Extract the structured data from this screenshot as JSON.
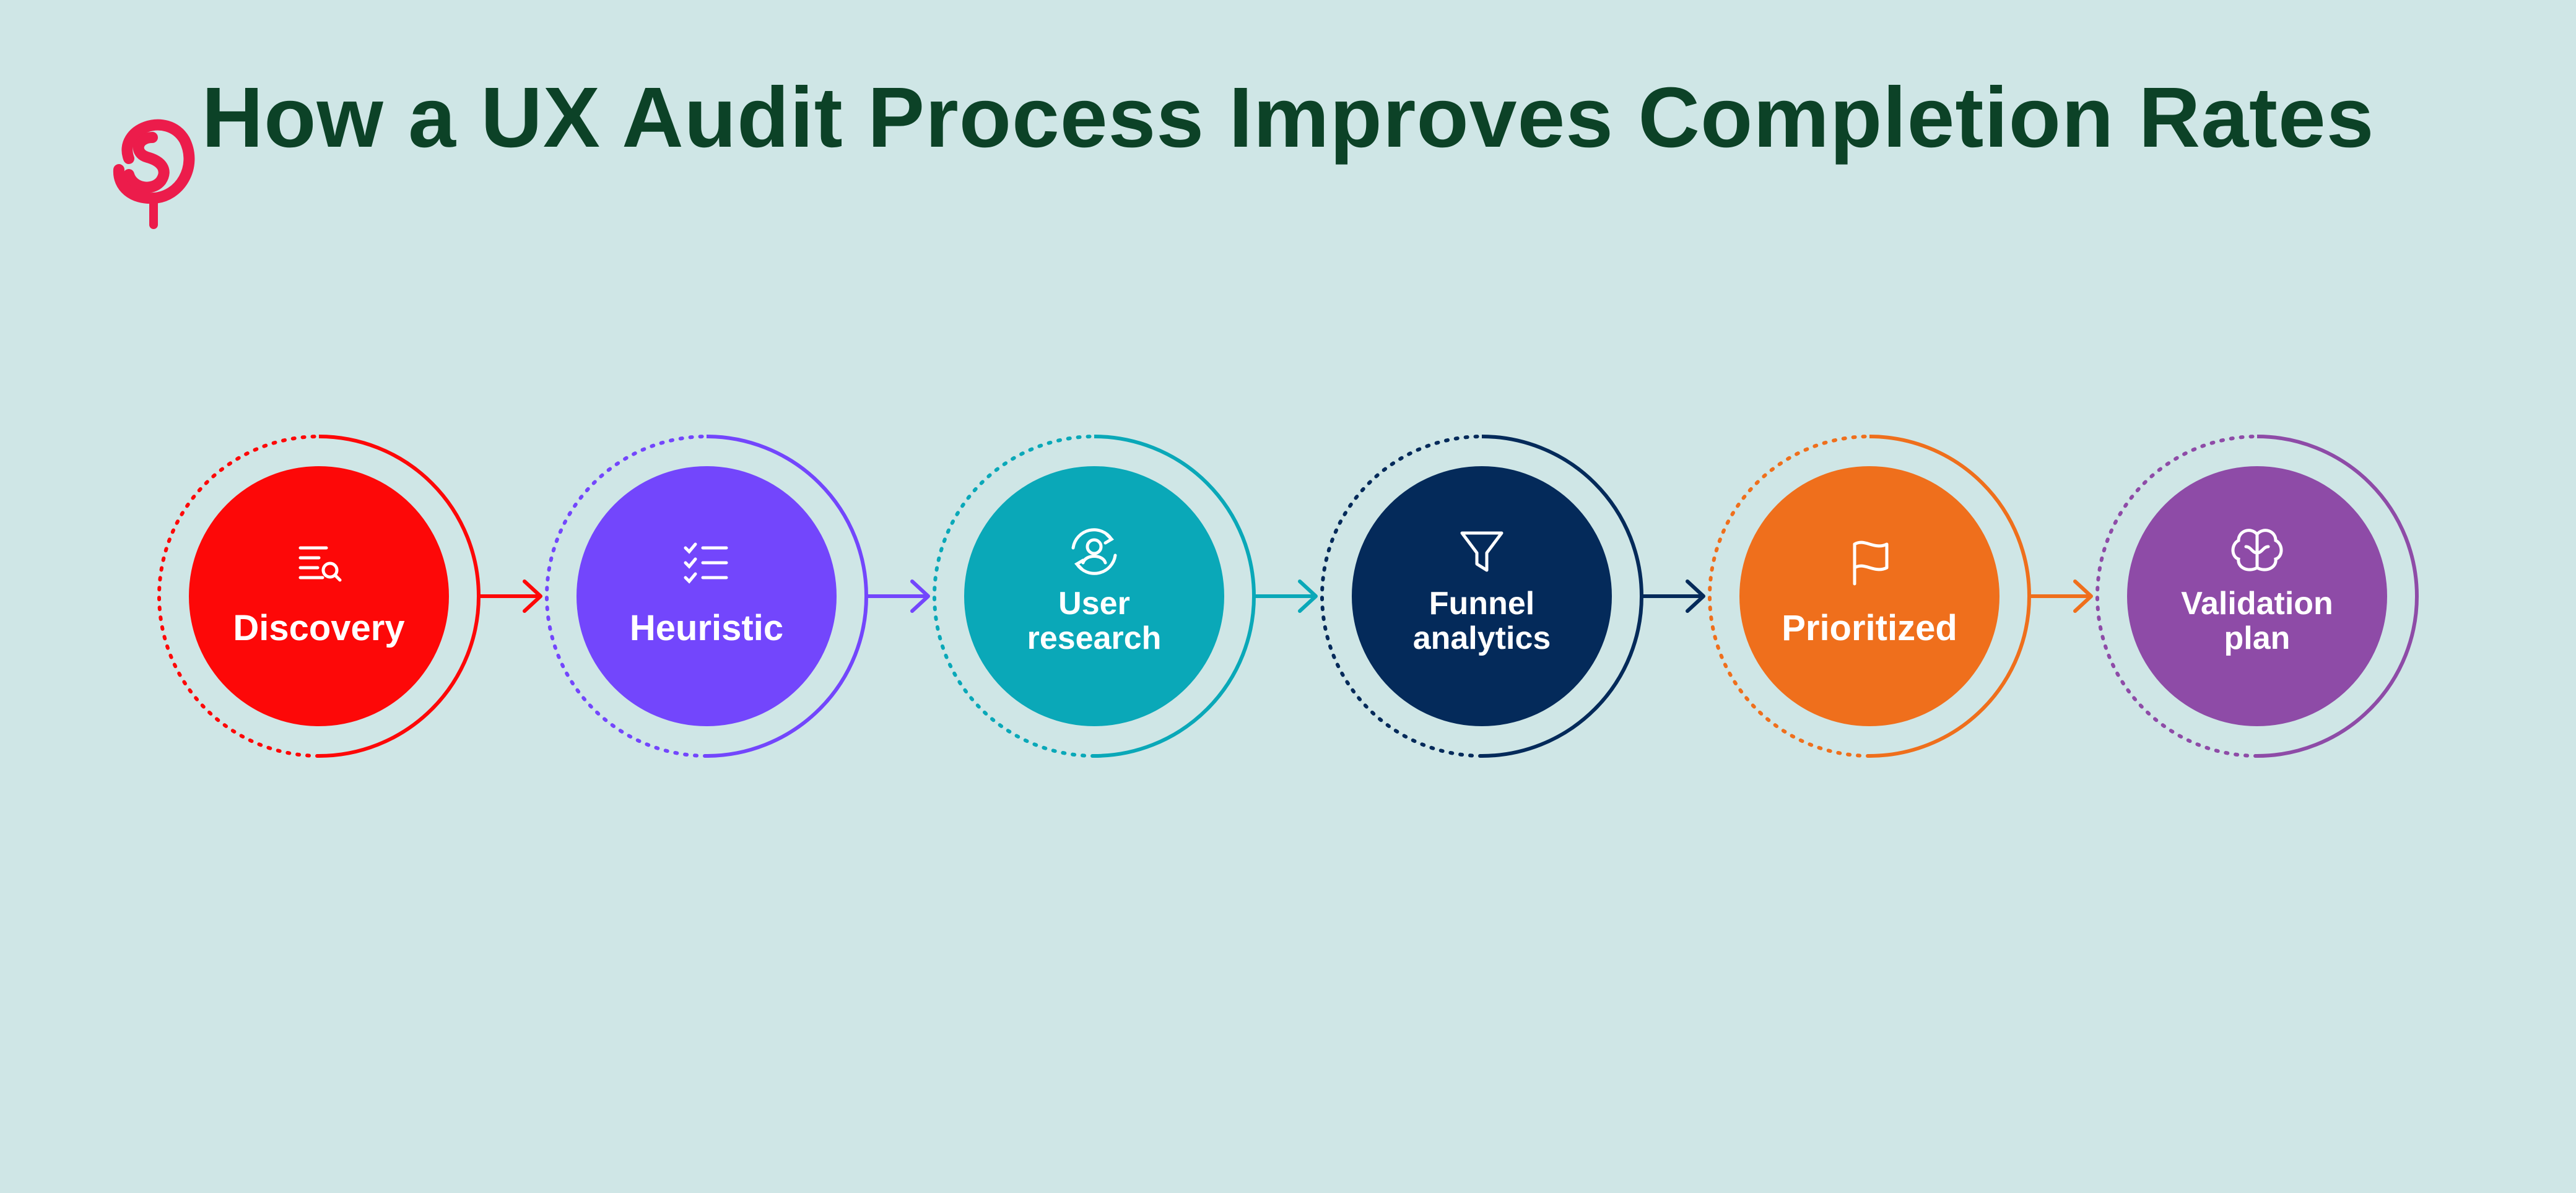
{
  "title": "How a UX Audit Process Improves Completion Rates",
  "logo": {
    "icon": "lollipop-logo-icon",
    "color": "#ec1c4b"
  },
  "colors": {
    "background": "#cfe6e6",
    "title": "#0c4227",
    "text_on_circle": "#ffffff"
  },
  "steps": [
    {
      "lines": [
        "Discovery"
      ],
      "icon": "search-list-icon",
      "color": "#fd0808"
    },
    {
      "lines": [
        "Heuristic"
      ],
      "icon": "checklist-icon",
      "color": "#7346fc"
    },
    {
      "lines": [
        "User",
        "research"
      ],
      "icon": "user-sync-icon",
      "color": "#0aa8b8"
    },
    {
      "lines": [
        "Funnel",
        "analytics"
      ],
      "icon": "funnel-icon",
      "color": "#042a5a"
    },
    {
      "lines": [
        "Prioritized"
      ],
      "icon": "flag-icon",
      "color": "#ef6f1c"
    },
    {
      "lines": [
        "Validation",
        "plan"
      ],
      "icon": "brain-icon",
      "color": "#8e4ba7"
    }
  ]
}
